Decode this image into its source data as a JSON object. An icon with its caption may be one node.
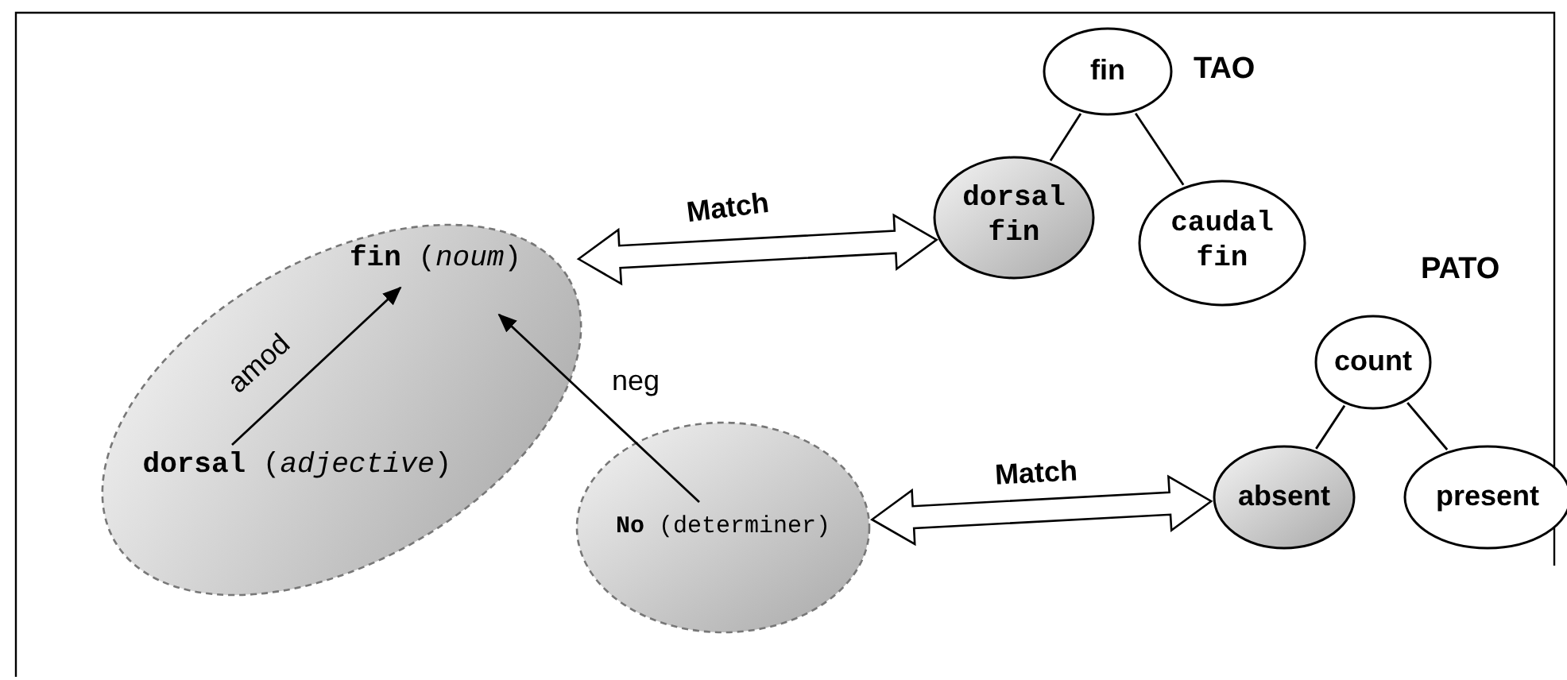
{
  "diagram": {
    "nodes": [
      {
        "text": [],
        "shape": "ellipse"
      },
      {
        "text": [
          "**fin** (*noum*)"
        ],
        "in": 0
      },
      {
        "text": [
          "**dorsal** (*adjective*)"
        ],
        "in": 0
      },
      {
        "text": [
          "**No** (determiner)"
        ]
      },
      {
        "text": [
          "fin"
        ],
        "beside": [
          "TAO"
        ]
      },
      {
        "text": [
          "dorsal fin"
        ]
      },
      {
        "text": [
          "caudal fin"
        ]
      },
      {
        "text": [
          "count"
        ],
        "beside": [
          "PATO"
        ]
      },
      {
        "text": [
          "absent"
        ]
      },
      {
        "text": [
          "present"
        ]
      }
    ],
    "edges": [
      {
        "from": 2,
        "to": 1,
        "arrow": "to",
        "label": "amod"
      },
      {
        "from": 3,
        "to": 1,
        "arrow": "to",
        "label": "neg"
      },
      {
        "from": 0,
        "to": 5,
        "arrow": "both",
        "label": "Match",
        "style": "thick"
      },
      {
        "from": 3,
        "to": 8,
        "arrow": "both",
        "label": "Match",
        "style": "thick"
      },
      {
        "from": 4,
        "to": 5,
        "arrow": "none"
      },
      {
        "from": 4,
        "to": 6,
        "arrow": "none"
      },
      {
        "from": 7,
        "to": 8,
        "arrow": "none"
      },
      {
        "from": 7,
        "to": 9,
        "arrow": "none"
      }
    ]
  }
}
